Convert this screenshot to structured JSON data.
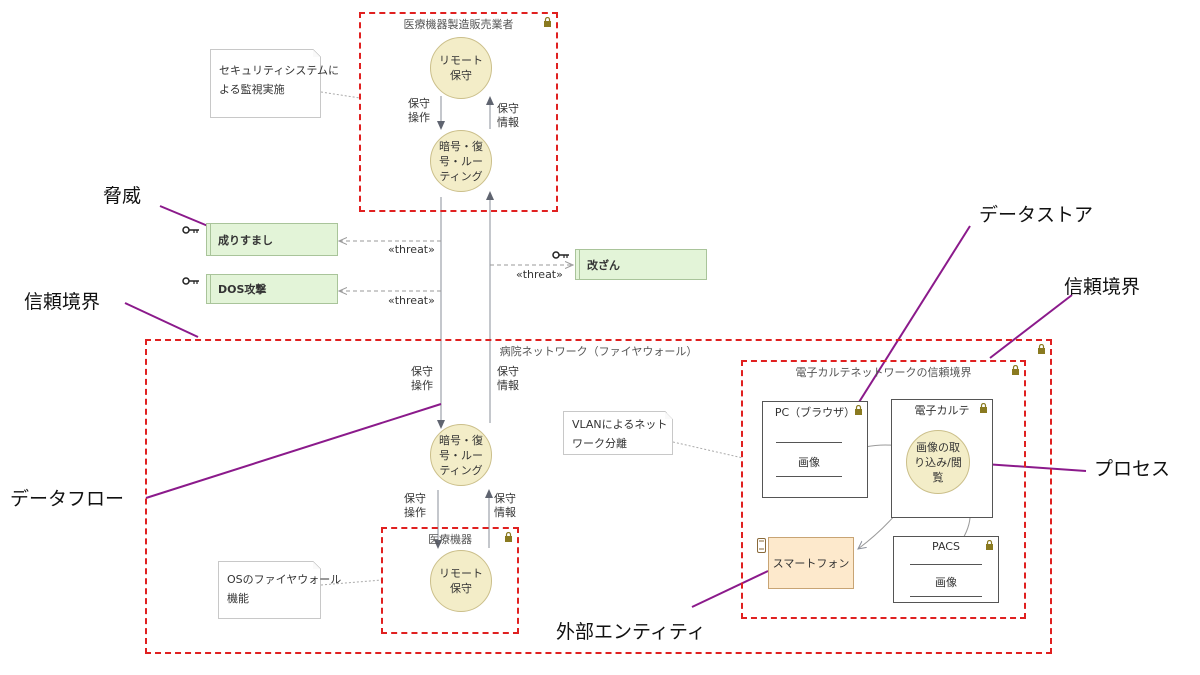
{
  "boundaries": {
    "manufacturer": "医療機器製造販売業者",
    "hospital": "病院ネットワーク（ファイヤウォール）",
    "emr_network": "電子カルテネットワークの信頼境界",
    "medical_device": "医療機器"
  },
  "processes": {
    "remote_top": "リモート保守",
    "crypto_top": "暗号・復号・ルーティング",
    "crypto_mid": "暗号・復号・ルーティング",
    "remote_bottom": "リモート保守",
    "image_capture": "画像の取り込み/閲覧"
  },
  "flows": {
    "op_1": "保守\n操作",
    "info_1": "保守\n情報",
    "op_2": "保守\n操作",
    "info_2": "保守\n情報",
    "op_3": "保守\n操作",
    "info_3": "保守\n情報"
  },
  "threats": {
    "spoofing": "成りすまし",
    "dos": "DOS攻撃",
    "tampering": "改ざん",
    "stereotype": "«threat»"
  },
  "notes": {
    "security_monitoring": "セキュリティシステムに\nよる監視実施",
    "vlan": "VLANによるネット\nワーク分離",
    "os_firewall": "OSのファイヤウォール\n機能"
  },
  "stores": {
    "pc_title": "PC（ブラウザ）",
    "pc_image": "画像",
    "emr_title": "電子カルテ",
    "pacs_title": "PACS",
    "pacs_image": "画像"
  },
  "entities": {
    "smartphone": "スマートフォン"
  },
  "annotations": {
    "threat": "脅威",
    "trust_boundary_left": "信頼境界",
    "trust_boundary_right": "信頼境界",
    "datastore": "データストア",
    "process": "プロセス",
    "dataflow": "データフロー",
    "external_entity": "外部エンティティ"
  },
  "colors": {
    "boundary": "#e02020",
    "annotation_line": "#8b1a8b",
    "process_fill": "#f3edc8",
    "threat_fill": "#e3f4d8",
    "entity_fill": "#fde9cc",
    "flow_line": "#8a8f9a"
  }
}
